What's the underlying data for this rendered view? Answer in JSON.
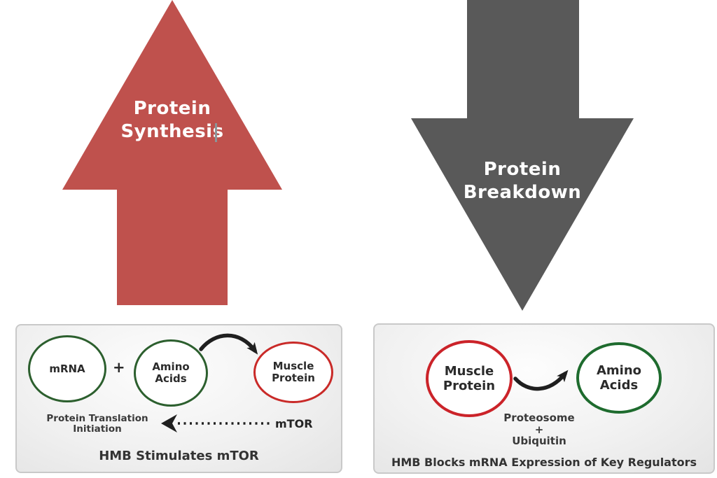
{
  "arrows": {
    "synthesis": {
      "label": "Protein\nSynthesis",
      "color": "#bf514d"
    },
    "breakdown": {
      "label": "Protein\nBreakdown",
      "color": "#595959"
    }
  },
  "left_panel": {
    "circle_mrna": "mRNA",
    "plus": "+",
    "circle_amino": "Amino\nAcids",
    "circle_muscle": "Muscle\nProtein",
    "process_label": "Protein Translation\nInitiation",
    "mtor": "mTOR",
    "caption": "HMB Stimulates mTOR"
  },
  "right_panel": {
    "circle_muscle": "Muscle\nProtein",
    "circle_amino": "Amino\nAcids",
    "mechanism": "Proteosome\n+\nUbiquitin",
    "caption": "HMB Blocks mRNA Expression of Key Regulators"
  },
  "colors": {
    "up_arrow_fill": "#bf514d",
    "down_arrow_fill": "#595959",
    "arrow_text": "#ffffff",
    "panel_border": "#c9c9c9",
    "panel_background": "#ededed",
    "green_circle_border_left": "#2c5f2e",
    "green_circle_border_right": "#1e6b2e",
    "red_circle_border_left": "#c92a28",
    "red_circle_border_right": "#cb2329",
    "caption_text": "#333333",
    "connector_black": "#1f1f1f"
  }
}
